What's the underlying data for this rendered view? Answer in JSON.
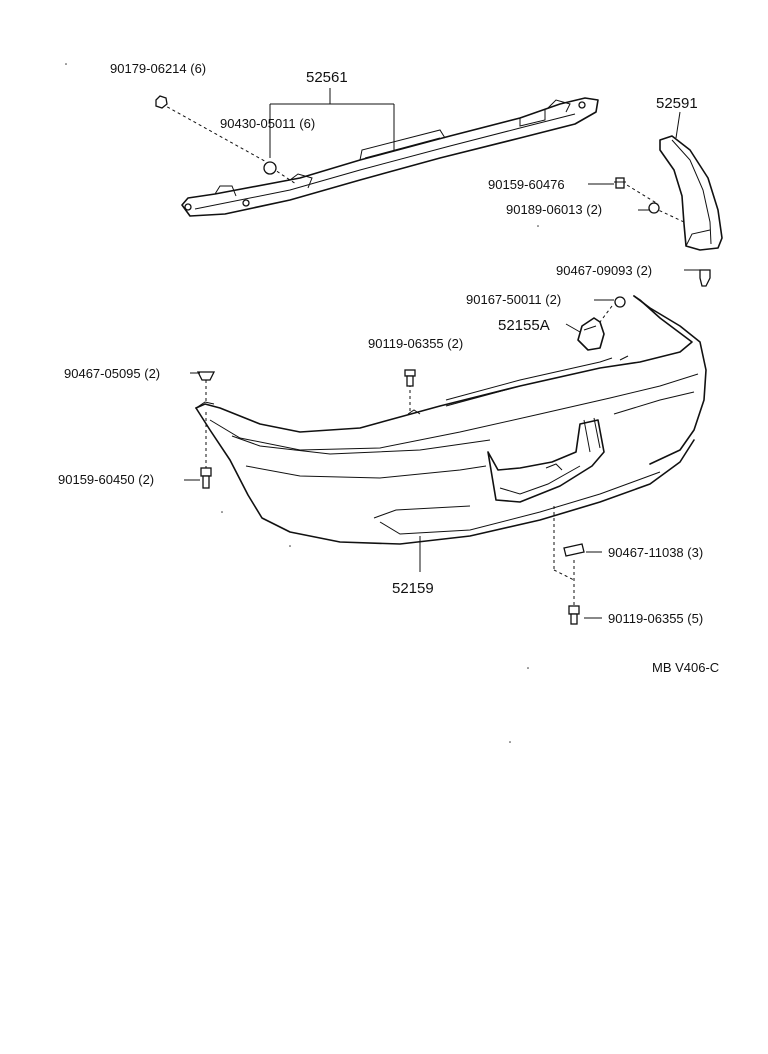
{
  "diagram": {
    "code": "MB V406-C",
    "parts": {
      "retainer": "52561",
      "side_support": "52591",
      "bumper_cover": "52159",
      "bracket": "52155A"
    },
    "fasteners": {
      "nut_top": "90179-06214 (6)",
      "clip_top": "90430-05011 (6)",
      "bolt_side": "90159-60476",
      "nut_side": "90189-06013 (2)",
      "clip_side": "90467-09093 (2)",
      "bolt_bracket": "90167-50011 (2)",
      "screw_center": "90119-06355 (2)",
      "clip_left": "90467-05095 (2)",
      "bolt_left": "90159-60450 (2)",
      "clip_bottom": "90467-11038 (3)",
      "screw_bottom": "90119-06355 (5)"
    }
  }
}
